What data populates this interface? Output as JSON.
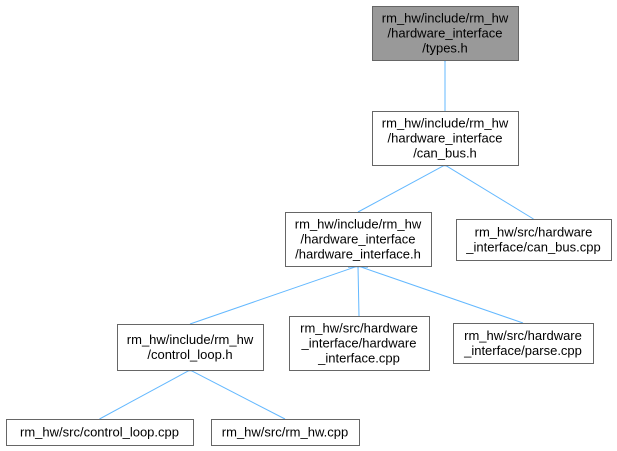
{
  "colors": {
    "edge": "#63b8ff",
    "node_border": "#666666",
    "node_fill": "#ffffff",
    "root_fill": "#999999"
  },
  "nodes": [
    {
      "id": "types_h",
      "lines": [
        "rm_hw/include/rm_hw",
        "/hardware_interface",
        "/types.h"
      ],
      "highlight": true
    },
    {
      "id": "can_bus_h",
      "lines": [
        "rm_hw/include/rm_hw",
        "/hardware_interface",
        "/can_bus.h"
      ],
      "highlight": false
    },
    {
      "id": "hardware_interface_h",
      "lines": [
        "rm_hw/include/rm_hw",
        "/hardware_interface",
        "/hardware_interface.h"
      ],
      "highlight": false
    },
    {
      "id": "can_bus_cpp",
      "lines": [
        "rm_hw/src/hardware",
        "_interface/can_bus.cpp"
      ],
      "highlight": false
    },
    {
      "id": "control_loop_h",
      "lines": [
        "rm_hw/include/rm_hw",
        "/control_loop.h"
      ],
      "highlight": false
    },
    {
      "id": "hardware_interface_cpp",
      "lines": [
        "rm_hw/src/hardware",
        "_interface/hardware",
        "_interface.cpp"
      ],
      "highlight": false
    },
    {
      "id": "parse_cpp",
      "lines": [
        "rm_hw/src/hardware",
        "_interface/parse.cpp"
      ],
      "highlight": false
    },
    {
      "id": "control_loop_cpp",
      "lines": [
        "rm_hw/src/control_loop.cpp"
      ],
      "highlight": false
    },
    {
      "id": "rm_hw_cpp",
      "lines": [
        "rm_hw/src/rm_hw.cpp"
      ],
      "highlight": false
    }
  ],
  "edges": [
    {
      "from": "can_bus_h",
      "to": "types_h"
    },
    {
      "from": "hardware_interface_h",
      "to": "can_bus_h"
    },
    {
      "from": "can_bus_cpp",
      "to": "can_bus_h"
    },
    {
      "from": "control_loop_h",
      "to": "hardware_interface_h"
    },
    {
      "from": "hardware_interface_cpp",
      "to": "hardware_interface_h"
    },
    {
      "from": "parse_cpp",
      "to": "hardware_interface_h"
    },
    {
      "from": "control_loop_cpp",
      "to": "control_loop_h"
    },
    {
      "from": "rm_hw_cpp",
      "to": "control_loop_h"
    }
  ]
}
